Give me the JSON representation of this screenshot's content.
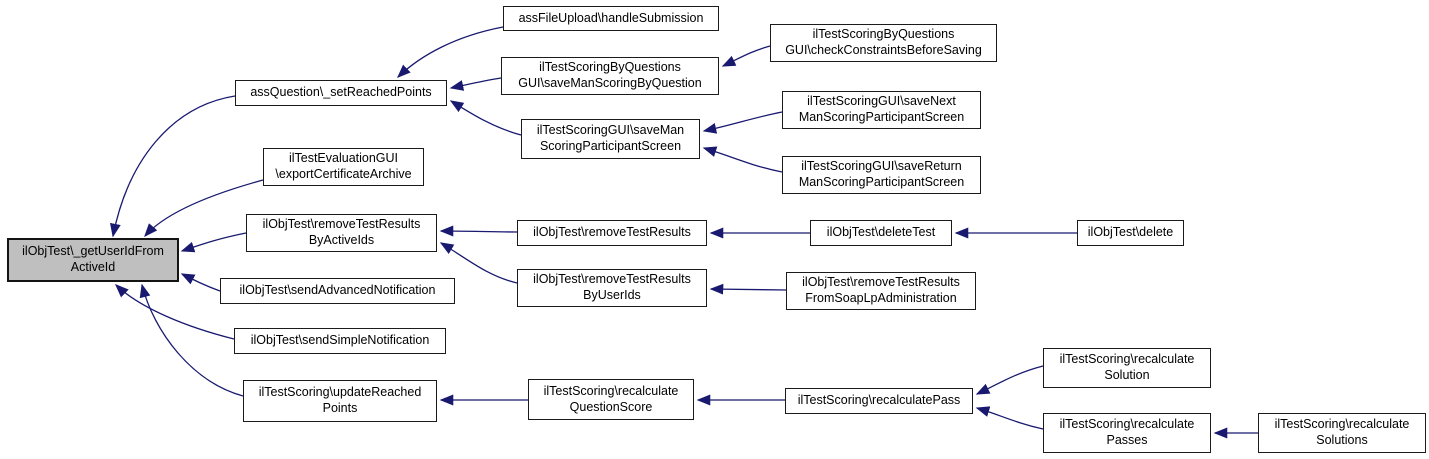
{
  "diagram": {
    "kind": "caller-graph",
    "background_color": "#ffffff",
    "edge_color": "#191970",
    "node_border_color": "#1b1b1b",
    "highlight_fill_color": "#bfbfbf",
    "nodes": [
      {
        "id": "getUserIdFromActiveId",
        "label": "ilObjTest\\_getUserIdFrom\nActiveId"
      },
      {
        "id": "setReachedPoints",
        "label": "assQuestion\\_setReachedPoints"
      },
      {
        "id": "handleSubmission",
        "label": "assFileUpload\\handleSubmission"
      },
      {
        "id": "saveManScoringByQuestion",
        "label": "ilTestScoringByQuestions\nGUI\\saveManScoringByQuestion"
      },
      {
        "id": "checkConstraintsBeforeSaving",
        "label": "ilTestScoringByQuestions\nGUI\\checkConstraintsBeforeSaving"
      },
      {
        "id": "saveManScoringParticipantScreen",
        "label": "ilTestScoringGUI\\saveMan\nScoringParticipantScreen"
      },
      {
        "id": "saveNextManScoringParticipantScreen",
        "label": "ilTestScoringGUI\\saveNext\nManScoringParticipantScreen"
      },
      {
        "id": "saveReturnManScoringParticipantScreen",
        "label": "ilTestScoringGUI\\saveReturn\nManScoringParticipantScreen"
      },
      {
        "id": "exportCertificateArchive",
        "label": "ilTestEvaluationGUI\n\\exportCertificateArchive"
      },
      {
        "id": "removeTestResultsByActiveIds",
        "label": "ilObjTest\\removeTestResults\nByActiveIds"
      },
      {
        "id": "removeTestResults",
        "label": "ilObjTest\\removeTestResults"
      },
      {
        "id": "deleteTest",
        "label": "ilObjTest\\deleteTest"
      },
      {
        "id": "delete",
        "label": "ilObjTest\\delete"
      },
      {
        "id": "removeTestResultsByUserIds",
        "label": "ilObjTest\\removeTestResults\nByUserIds"
      },
      {
        "id": "removeTestResultsFromSoapLpAdministration",
        "label": "ilObjTest\\removeTestResults\nFromSoapLpAdministration"
      },
      {
        "id": "sendAdvancedNotification",
        "label": "ilObjTest\\sendAdvancedNotification"
      },
      {
        "id": "sendSimpleNotification",
        "label": "ilObjTest\\sendSimpleNotification"
      },
      {
        "id": "updateReachedPoints",
        "label": "ilTestScoring\\updateReached\nPoints"
      },
      {
        "id": "recalculateQuestionScore",
        "label": "ilTestScoring\\recalculate\nQuestionScore"
      },
      {
        "id": "recalculatePass",
        "label": "ilTestScoring\\recalculatePass"
      },
      {
        "id": "recalculateSolution",
        "label": "ilTestScoring\\recalculate\nSolution"
      },
      {
        "id": "recalculatePasses",
        "label": "ilTestScoring\\recalculate\nPasses"
      },
      {
        "id": "recalculateSolutions",
        "label": "ilTestScoring\\recalculate\nSolutions"
      }
    ],
    "edges": [
      {
        "from": "setReachedPoints",
        "to": "getUserIdFromActiveId"
      },
      {
        "from": "exportCertificateArchive",
        "to": "getUserIdFromActiveId"
      },
      {
        "from": "removeTestResultsByActiveIds",
        "to": "getUserIdFromActiveId"
      },
      {
        "from": "sendAdvancedNotification",
        "to": "getUserIdFromActiveId"
      },
      {
        "from": "sendSimpleNotification",
        "to": "getUserIdFromActiveId"
      },
      {
        "from": "updateReachedPoints",
        "to": "getUserIdFromActiveId"
      },
      {
        "from": "handleSubmission",
        "to": "setReachedPoints"
      },
      {
        "from": "saveManScoringByQuestion",
        "to": "setReachedPoints"
      },
      {
        "from": "saveManScoringParticipantScreen",
        "to": "setReachedPoints"
      },
      {
        "from": "checkConstraintsBeforeSaving",
        "to": "saveManScoringByQuestion"
      },
      {
        "from": "saveNextManScoringParticipantScreen",
        "to": "saveManScoringParticipantScreen"
      },
      {
        "from": "saveReturnManScoringParticipantScreen",
        "to": "saveManScoringParticipantScreen"
      },
      {
        "from": "removeTestResults",
        "to": "removeTestResultsByActiveIds"
      },
      {
        "from": "removeTestResultsByUserIds",
        "to": "removeTestResultsByActiveIds"
      },
      {
        "from": "deleteTest",
        "to": "removeTestResults"
      },
      {
        "from": "delete",
        "to": "deleteTest"
      },
      {
        "from": "removeTestResultsFromSoapLpAdministration",
        "to": "removeTestResultsByUserIds"
      },
      {
        "from": "recalculateQuestionScore",
        "to": "updateReachedPoints"
      },
      {
        "from": "recalculatePass",
        "to": "recalculateQuestionScore"
      },
      {
        "from": "recalculateSolution",
        "to": "recalculatePass"
      },
      {
        "from": "recalculatePasses",
        "to": "recalculatePass"
      },
      {
        "from": "recalculateSolutions",
        "to": "recalculatePasses"
      }
    ]
  }
}
